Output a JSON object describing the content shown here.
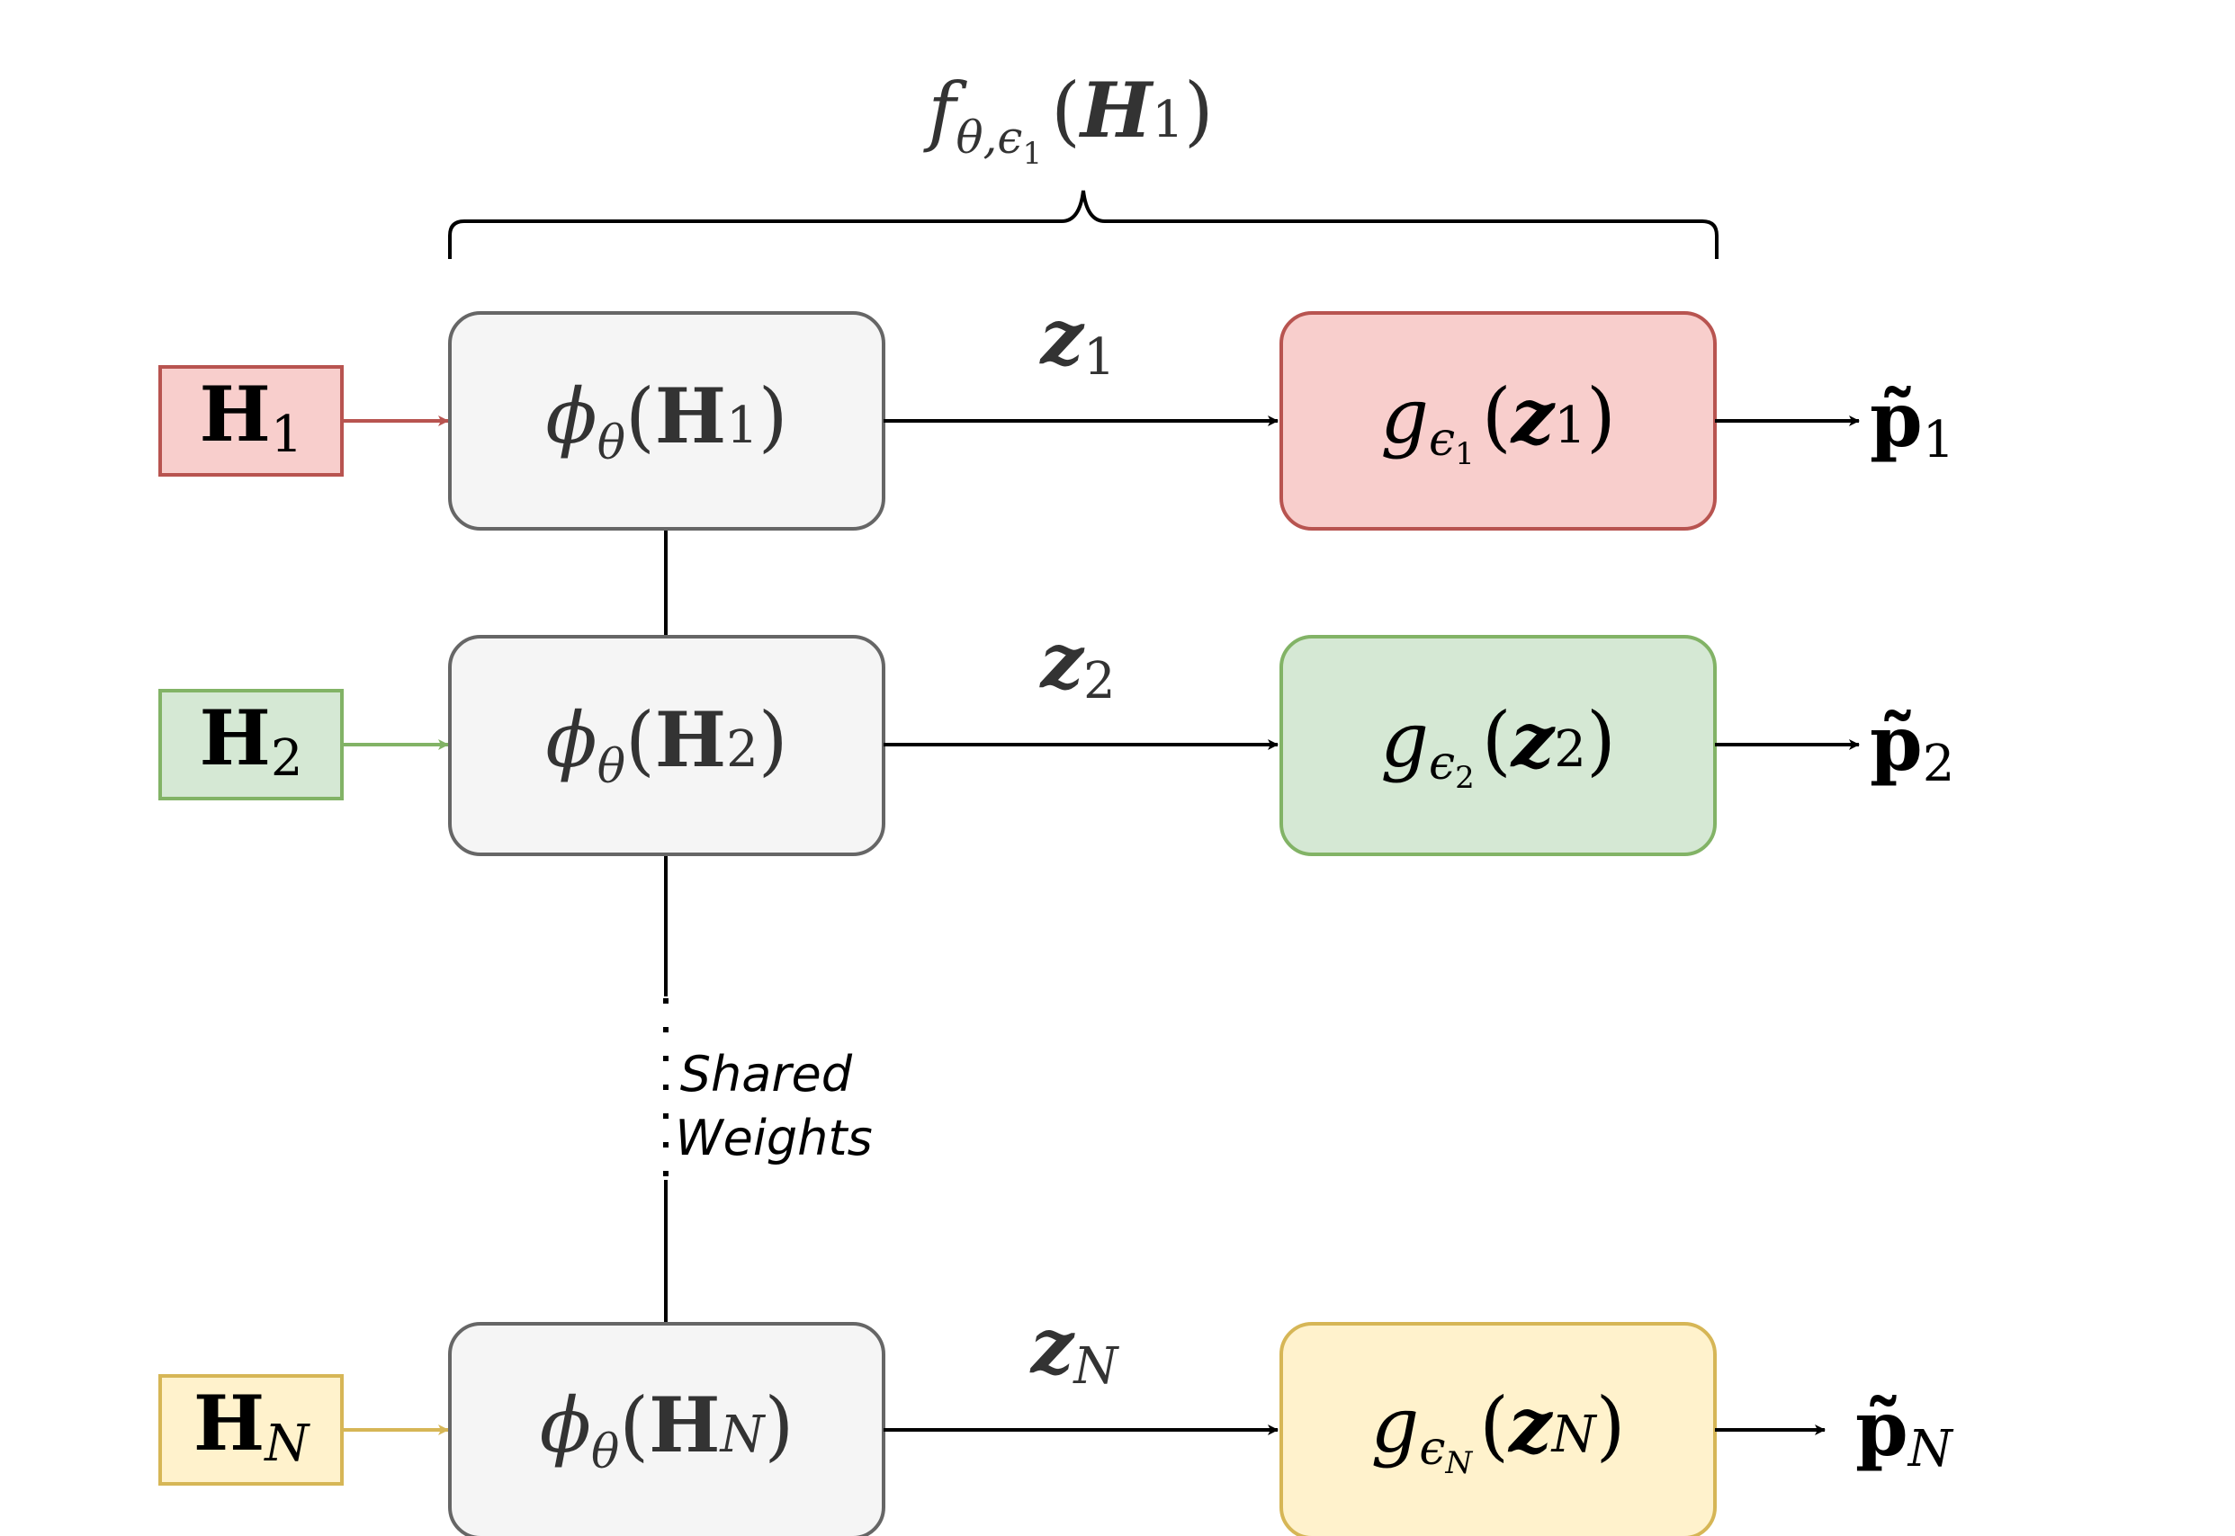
{
  "colors": {
    "red_fill": "#f8cecc",
    "red_stroke": "#b85450",
    "green_fill": "#d5e8d4",
    "green_stroke": "#82b366",
    "yellow_fill": "#fff2cc",
    "yellow_stroke": "#d6b656",
    "gray_fill": "#f5f5f5",
    "gray_stroke": "#666666"
  },
  "brace_label": {
    "base": "f",
    "sub": "θ,ϵ",
    "subsub": "1",
    "open": "(",
    "arg": "H",
    "arg_sub": "1",
    "close": ")"
  },
  "rows": [
    {
      "input": {
        "base": "H",
        "sub": "1"
      },
      "encoder": {
        "fn": "ϕ",
        "fn_sub": "θ",
        "open": "(",
        "arg": "H",
        "arg_sub": "1",
        "close": ")"
      },
      "edge": {
        "base": "z",
        "sub": "1"
      },
      "head": {
        "fn": "g",
        "fn_sub": "ϵ",
        "fn_subsub": "1",
        "open": "(",
        "arg": "z",
        "arg_sub": "1",
        "close": ")"
      },
      "output": {
        "base": "p̃",
        "sub": "1"
      }
    },
    {
      "input": {
        "base": "H",
        "sub": "2"
      },
      "encoder": {
        "fn": "ϕ",
        "fn_sub": "θ",
        "open": "(",
        "arg": "H",
        "arg_sub": "2",
        "close": ")"
      },
      "edge": {
        "base": "z",
        "sub": "2"
      },
      "head": {
        "fn": "g",
        "fn_sub": "ϵ",
        "fn_subsub": "2",
        "open": "(",
        "arg": "z",
        "arg_sub": "2",
        "close": ")"
      },
      "output": {
        "base": "p̃",
        "sub": "2"
      }
    },
    {
      "input": {
        "base": "H",
        "sub": "N"
      },
      "encoder": {
        "fn": "ϕ",
        "fn_sub": "θ",
        "open": "(",
        "arg": "H",
        "arg_sub": "N",
        "close": ")"
      },
      "edge": {
        "base": "z",
        "sub": "N"
      },
      "head": {
        "fn": "g",
        "fn_sub": "ϵ",
        "fn_subsub": "N",
        "open": "(",
        "arg": "z",
        "arg_sub": "N",
        "close": ")"
      },
      "output": {
        "base": "p̃",
        "sub": "N"
      }
    }
  ],
  "shared_weights": {
    "line1": "Shared",
    "line2": "Weights"
  }
}
